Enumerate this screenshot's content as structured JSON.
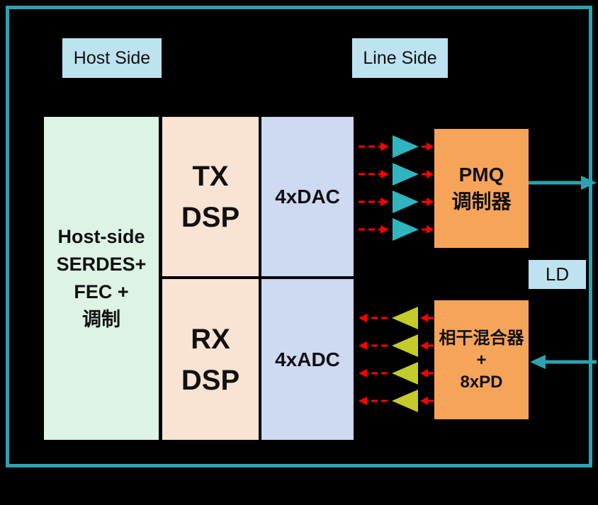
{
  "frame": {
    "host_side_label": "Host Side",
    "line_side_label": "Line Side",
    "ld_label": "LD"
  },
  "blocks": {
    "serdes": {
      "lines": [
        "Host-side",
        "SERDES+",
        "FEC +",
        "调制"
      ]
    },
    "tx_dsp": {
      "lines": [
        "TX",
        "DSP"
      ]
    },
    "dac": {
      "label": "4xDAC"
    },
    "rx_dsp": {
      "lines": [
        "RX",
        "DSP"
      ]
    },
    "adc": {
      "label": "4xADC"
    },
    "pmq": {
      "lines": [
        "PMQ",
        "调制器"
      ]
    },
    "coherent_mixer": {
      "lines": [
        "相干混合器",
        "+",
        "8xPD"
      ]
    }
  },
  "signal_paths": {
    "tx_lanes": 4,
    "rx_lanes": 4,
    "tx_amplifier_icon": "driver-amplifier-triangle-right",
    "rx_amplifier_icon": "tia-amplifier-triangle-left",
    "tx_arrow_style": "red-dashed-right",
    "rx_arrow_style": "red-dashed-left",
    "optical_output_icon": "teal-arrow-right",
    "optical_input_icon": "teal-arrow-left"
  },
  "colors": {
    "background": "#000000",
    "frame_teal": "#2BA3B0",
    "label_blue": "#BDE2F0",
    "mint": "#DDF3E5",
    "peach": "#F9E3D3",
    "lavender": "#CED9F2",
    "orange": "#F7A45B",
    "arrow_red": "#FF0000",
    "driver_teal": "#30B5BF",
    "tia_olive": "#C3CC2B"
  }
}
